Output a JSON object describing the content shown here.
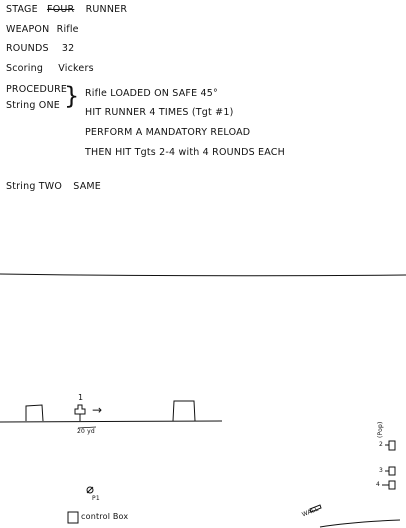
{
  "header": {
    "stage_label": "STAGE",
    "stage_struck": "FOUR",
    "stage_value": "RUNNER",
    "weapon_label": "WEAPON",
    "weapon_value": "Rifle",
    "rounds_label": "ROUNDS",
    "rounds_value": "32",
    "scoring_label": "Scoring",
    "scoring_value": "Vickers"
  },
  "procedure": {
    "label_line1": "PROCEDURE",
    "label_line2": "String ONE",
    "brace": "}",
    "steps": [
      "Rifle LOADED ON SAFE 45°",
      "HIT RUNNER 4 TIMES (Tgt #1)",
      "PERFORM A MANDATORY RELOAD",
      "THEN HIT Tgts 2-4 with 4 ROUNDS EACH"
    ]
  },
  "string_two": {
    "label": "String TWO",
    "value": "SAME"
  },
  "diagram": {
    "runner_number": "1",
    "arrow": "→",
    "distance_label": "20 yd",
    "poppers_note": "(Pop)",
    "popper_numbers": [
      "2",
      "3",
      "4"
    ],
    "shooter_position": "P1",
    "control_box_label": "control Box",
    "wall_label": "WALL"
  }
}
